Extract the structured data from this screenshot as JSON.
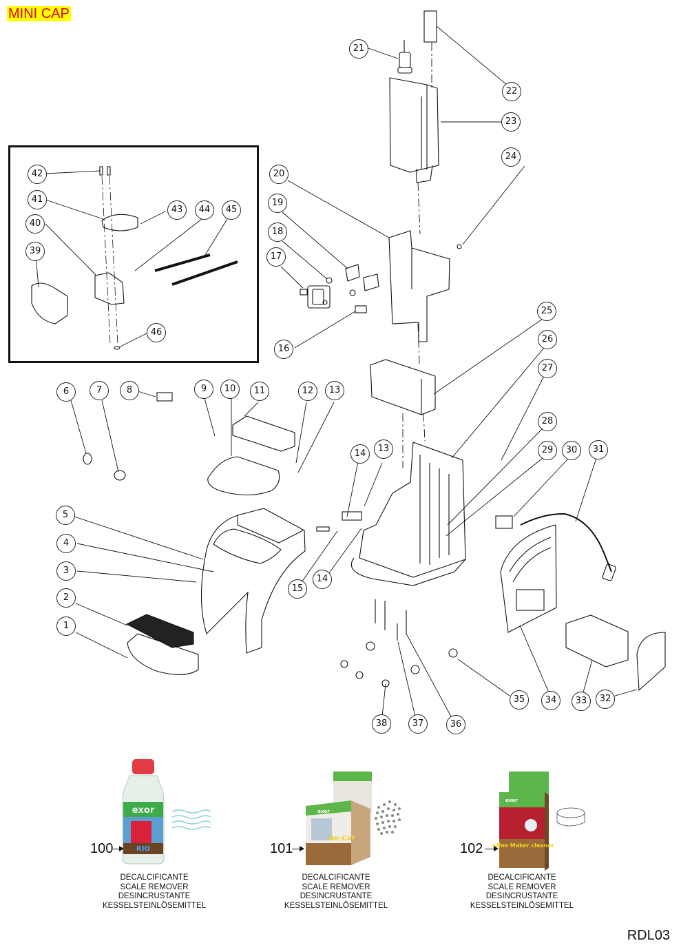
{
  "header": {
    "title": "MINI CAP"
  },
  "footer": {
    "code": "RDL03"
  },
  "callouts": {
    "c1": "1",
    "c2": "2",
    "c3": "3",
    "c4": "4",
    "c5": "5",
    "c6": "6",
    "c7": "7",
    "c8": "8",
    "c9": "9",
    "c10": "10",
    "c11": "11",
    "c12": "12",
    "c13a": "13",
    "c13b": "13",
    "c14a": "14",
    "c14b": "14",
    "c15": "15",
    "c16": "16",
    "c17": "17",
    "c18": "18",
    "c19": "19",
    "c20": "20",
    "c21": "21",
    "c22": "22",
    "c23": "23",
    "c24": "24",
    "c25": "25",
    "c26": "26",
    "c27": "27",
    "c28": "28",
    "c29": "29",
    "c30": "30",
    "c31": "31",
    "c32": "32",
    "c33": "33",
    "c34": "34",
    "c35": "35",
    "c36": "36",
    "c37": "37",
    "c38": "38",
    "c39": "39",
    "c40": "40",
    "c41": "41",
    "c42": "42",
    "c43": "43",
    "c44": "44",
    "c45": "45",
    "c46": "46"
  },
  "products": [
    {
      "number": "100",
      "brand": "exor",
      "name": "RIO",
      "caption": [
        "DECALCIFICANTE",
        "SCALE REMOVER",
        "DESINCRUSTANTE",
        "KESSELSTEINLÖSEMITTEL"
      ]
    },
    {
      "number": "101",
      "brand": "exor",
      "name": "De-Caf",
      "caption": [
        "DECALCIFICANTE",
        "SCALE REMOVER",
        "DESINCRUSTANTE",
        "KESSELSTEINLÖSEMITTEL"
      ]
    },
    {
      "number": "102",
      "brand": "exor",
      "name": "Coffee Maker cleaner",
      "caption": [
        "DECALCIFICANTE",
        "SCALE REMOVER",
        "DESINCRUSTANTE",
        "KESSELSTEINLÖSEMITTEL"
      ]
    }
  ]
}
